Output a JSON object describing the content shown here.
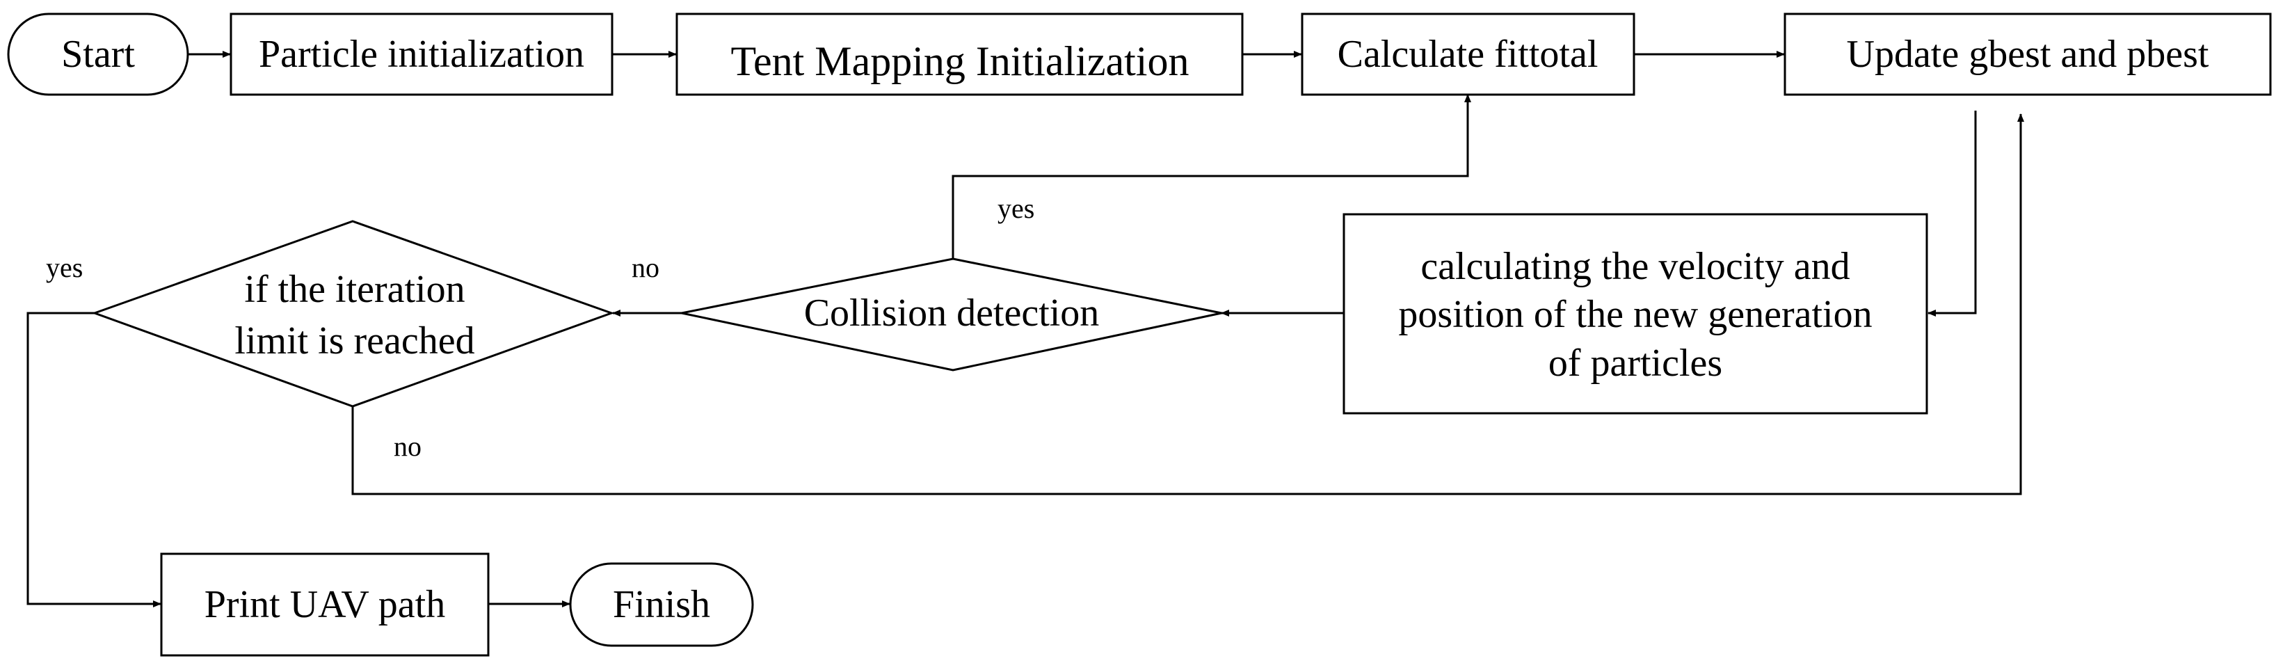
{
  "nodes": {
    "start": "Start",
    "particle_init": "Particle initialization",
    "tent_mapping": "Tent Mapping Initialization",
    "calc_fittotal": "Calculate fittotal",
    "update_best": "Update gbest and pbest",
    "velocity": [
      "calculating the velocity and",
      "position of the new generation",
      "of particles"
    ],
    "collision": "Collision detection",
    "iteration": [
      "if the iteration",
      "limit is reached"
    ],
    "print_path": "Print UAV path",
    "finish": "Finish"
  },
  "edge_labels": {
    "collision_yes": "yes",
    "collision_no": "no",
    "iteration_yes": "yes",
    "iteration_no": "no"
  }
}
